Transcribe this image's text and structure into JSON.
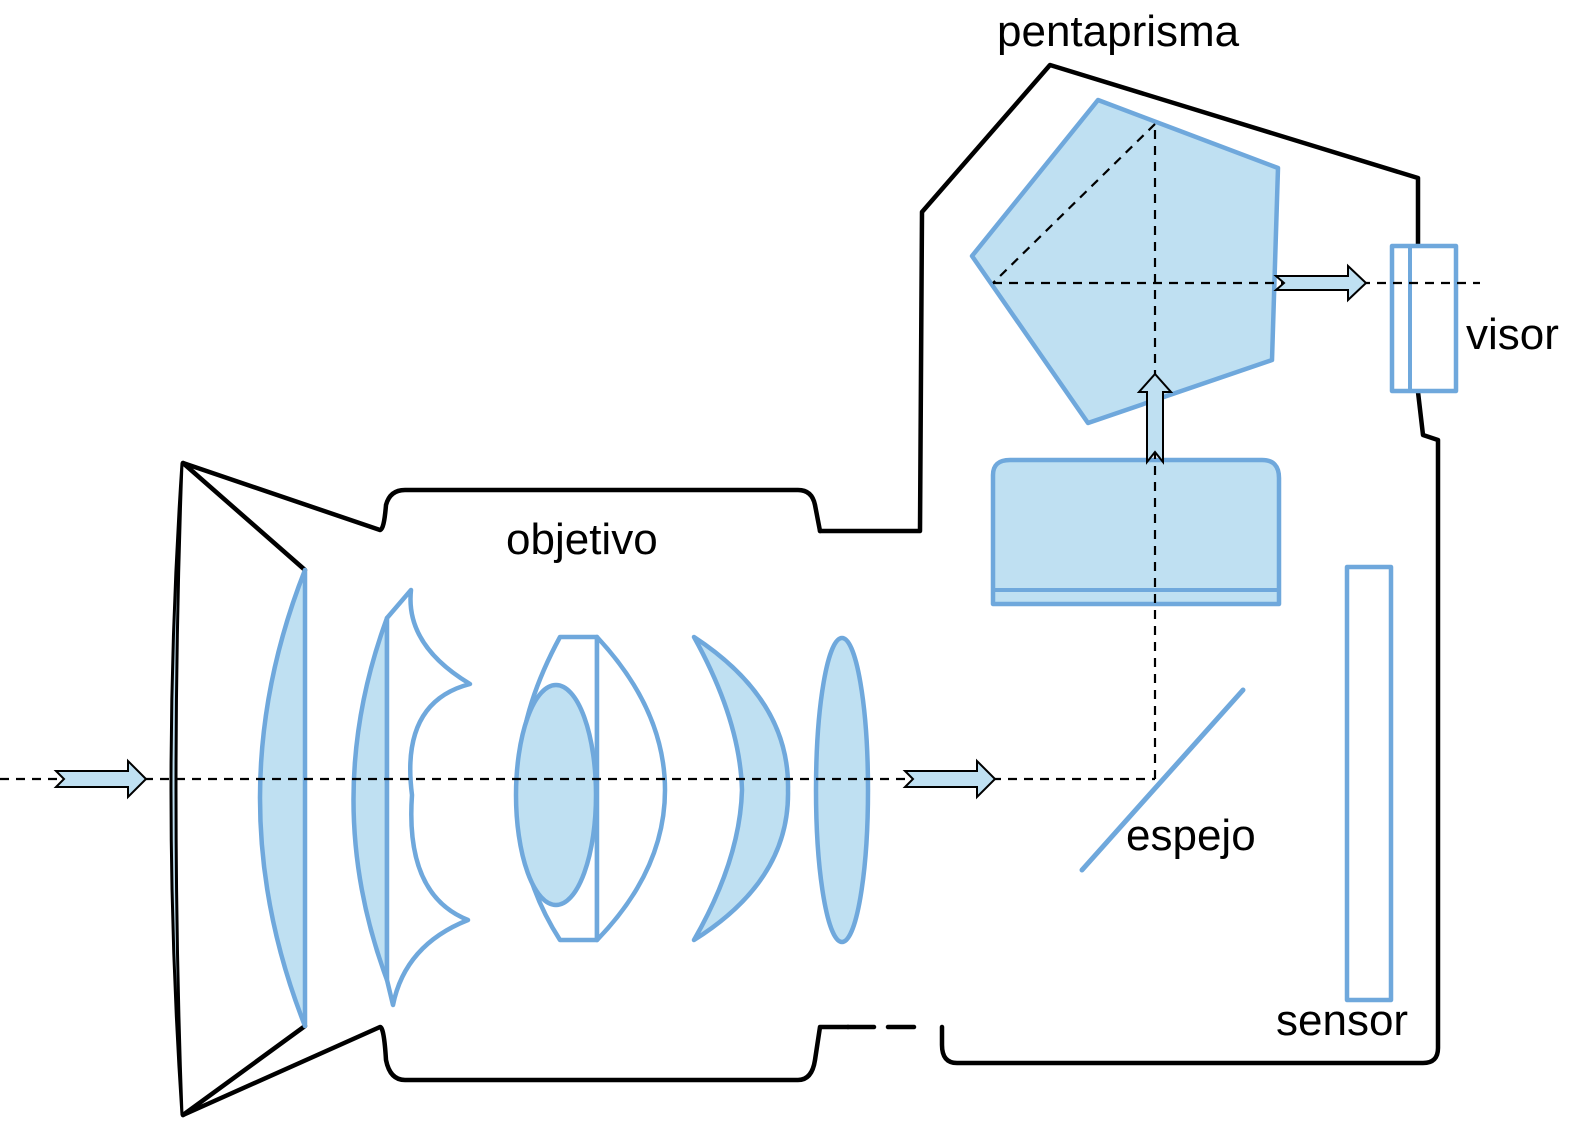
{
  "labels": {
    "pentaprism": "pentaprisma",
    "viewfinder": "visor",
    "lens": "objetivo",
    "mirror": "espejo",
    "sensor": "sensor"
  },
  "colors": {
    "body_outline": "#000000",
    "optic_stroke": "#6fa8dc",
    "optic_fill": "#bfe0f2",
    "ray": "#000000",
    "background": "#ffffff"
  }
}
